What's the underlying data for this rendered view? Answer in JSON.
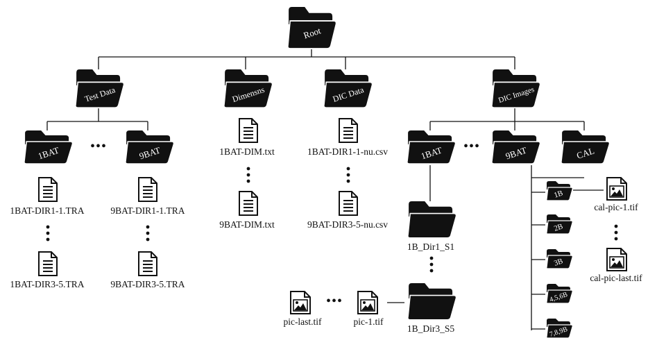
{
  "root": {
    "label": "Root"
  },
  "level1": {
    "test_data": "Test Data",
    "dimensns": "Dimensns",
    "dic_data": "DIC Data",
    "dic_images": "DIC Images"
  },
  "test_data": {
    "first_folder": "1BAT",
    "last_folder": "9BAT",
    "files_first": [
      "1BAT-DIR1-1.TRA",
      "1BAT-DIR3-5.TRA"
    ],
    "files_last": [
      "9BAT-DIR1-1.TRA",
      "9BAT-DIR3-5.TRA"
    ]
  },
  "dimensns": {
    "files": [
      "1BAT-DIM.txt",
      "9BAT-DIM.txt"
    ]
  },
  "dic_data": {
    "files": [
      "1BAT-DIR1-1-nu.csv",
      "9BAT-DIR3-5-nu.csv"
    ]
  },
  "dic_images": {
    "first_folder": "1BAT",
    "last_folder": "9BAT",
    "cal_folder": "CAL",
    "sub_first": "1B_Dir1_S1",
    "sub_last": "1B_Dir3_S5",
    "pic_first": "pic-1.tif",
    "pic_last": "pic-last.tif",
    "cal_subfolders": [
      "1B",
      "2B",
      "3B",
      "4,5,6B",
      "7,8,9B"
    ],
    "cal_pic_first": "cal-pic-1.tif",
    "cal_pic_last": "cal-pic-last.tif"
  },
  "ellipsis": "•••"
}
